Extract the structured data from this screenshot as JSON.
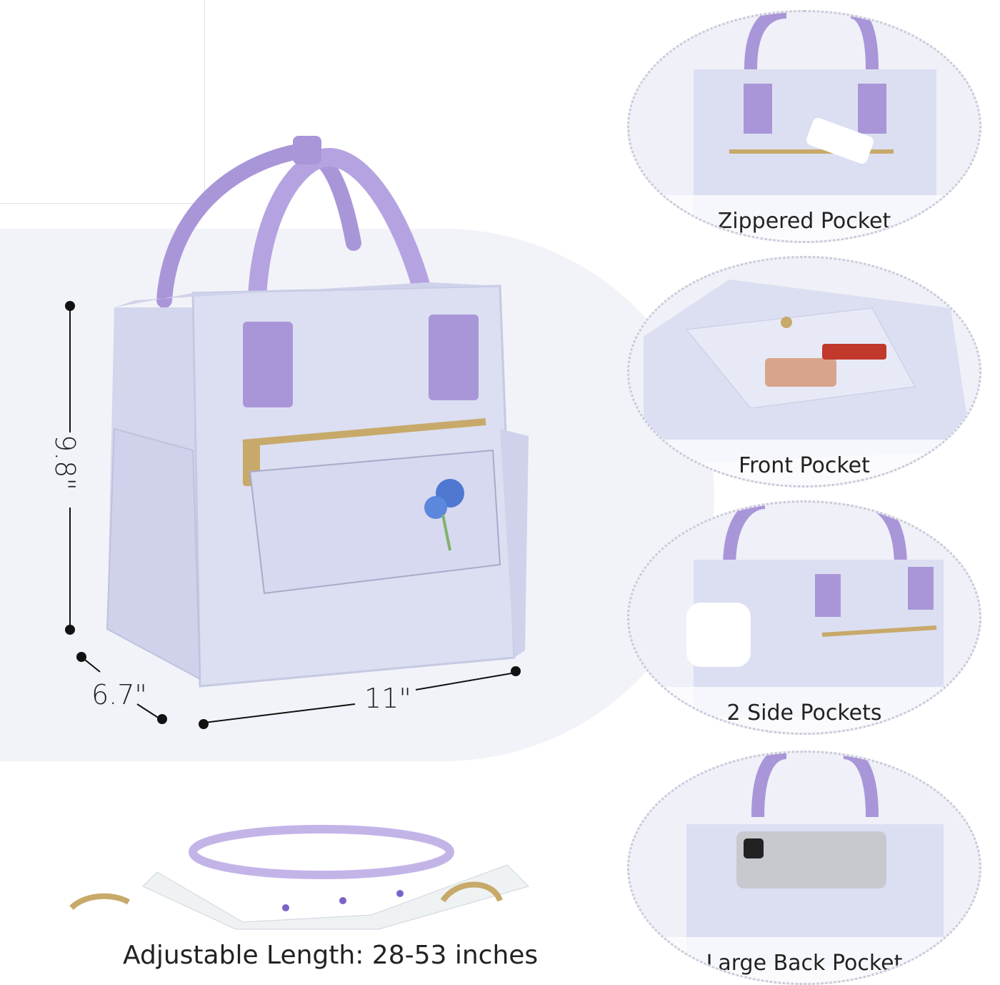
{
  "dimensions": {
    "height": "9.8\"",
    "depth": "6.7\"",
    "width": "11\""
  },
  "details": [
    {
      "label": "Zippered Pocket"
    },
    {
      "label": "Front Pocket"
    },
    {
      "label": "2 Side Pockets"
    },
    {
      "label": "Large Back Pocket"
    }
  ],
  "strap": {
    "caption": "Adjustable Length:  28-53 inches"
  },
  "colors": {
    "bag_body": "#dcdff2",
    "handle": "#a996d8",
    "zipper": "#c7a96a",
    "backdrop": "#f2f3f8"
  }
}
